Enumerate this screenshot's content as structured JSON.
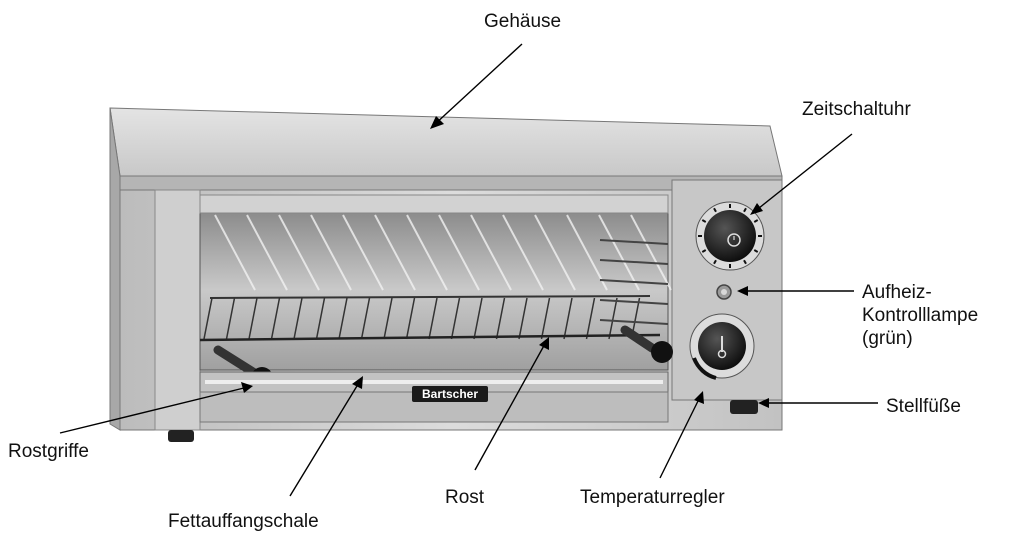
{
  "diagram": {
    "brand": "Bartscher",
    "labels": {
      "gehaeuse": "Gehäuse",
      "zeitschaltuhr": "Zeitschaltuhr",
      "kontrolllampe": [
        "Aufheiz-",
        "Kontrolllampe",
        "(grün)"
      ],
      "stellfuesse": "Stellfüße",
      "rostgriffe": "Rostgriffe",
      "fettauffangschale": "Fettauffangschale",
      "rost": "Rost",
      "temperaturregler": "Temperaturregler"
    }
  }
}
